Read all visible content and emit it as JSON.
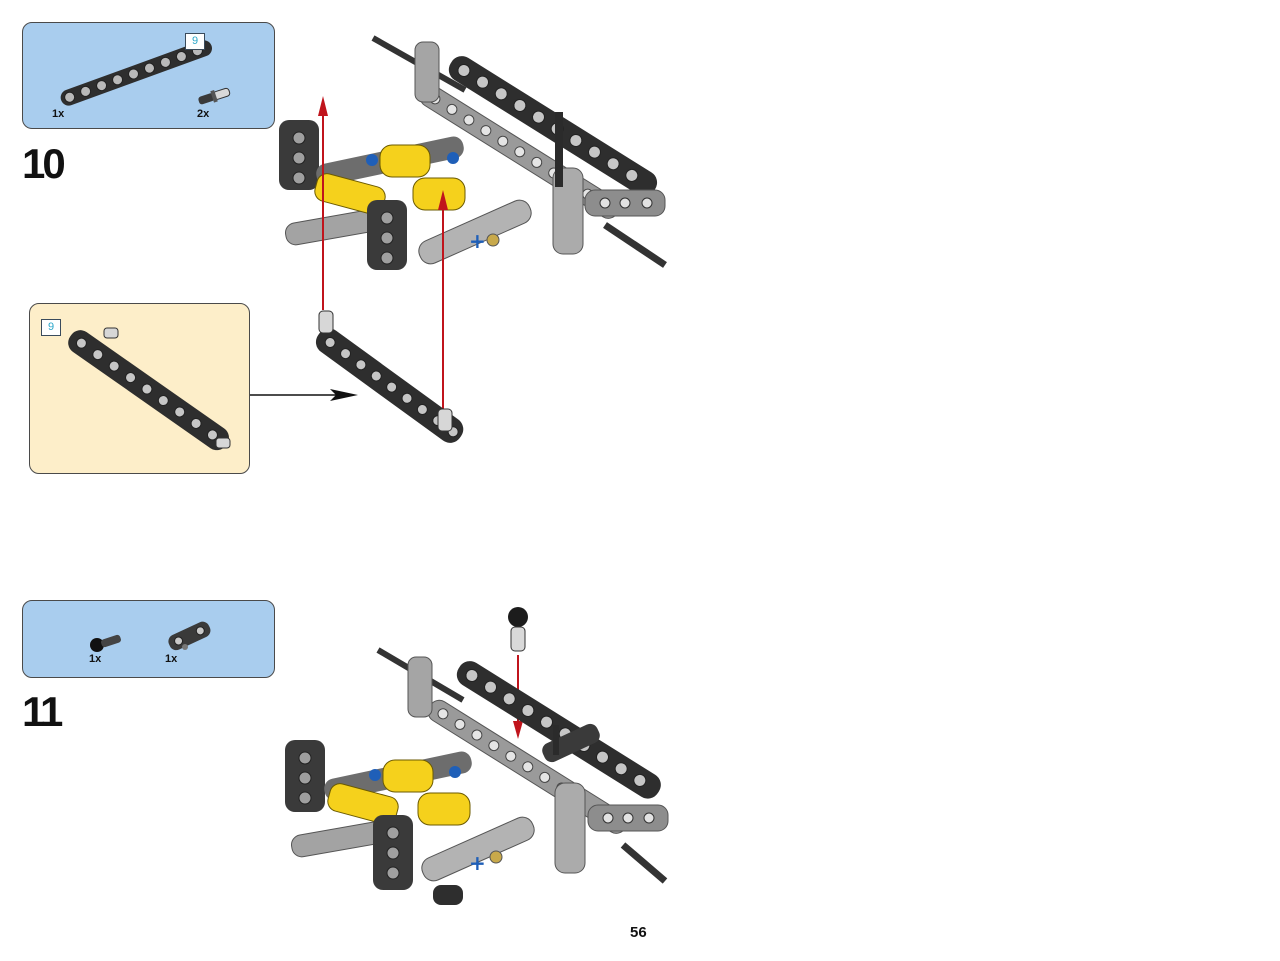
{
  "step10": {
    "number": "10",
    "parts": [
      {
        "name": "beam-9",
        "count": "1x",
        "length_badge": "9"
      },
      {
        "name": "pin",
        "count": "2x"
      }
    ],
    "subassembly": {
      "length_badge": "9"
    }
  },
  "step11": {
    "number": "11",
    "parts": [
      {
        "name": "ball-pin",
        "count": "1x"
      },
      {
        "name": "angled-connector",
        "count": "1x"
      }
    ]
  },
  "page_number": "56",
  "colors": {
    "parts_box": "#a9cdee",
    "subassembly_box": "#fdeec9",
    "arrow_red": "#c0141c",
    "yellow_part": "#f5d11c",
    "dark_beam": "#2e2e2e",
    "light_grey": "#a8a8a8",
    "blue_pin": "#1f5fb8"
  }
}
